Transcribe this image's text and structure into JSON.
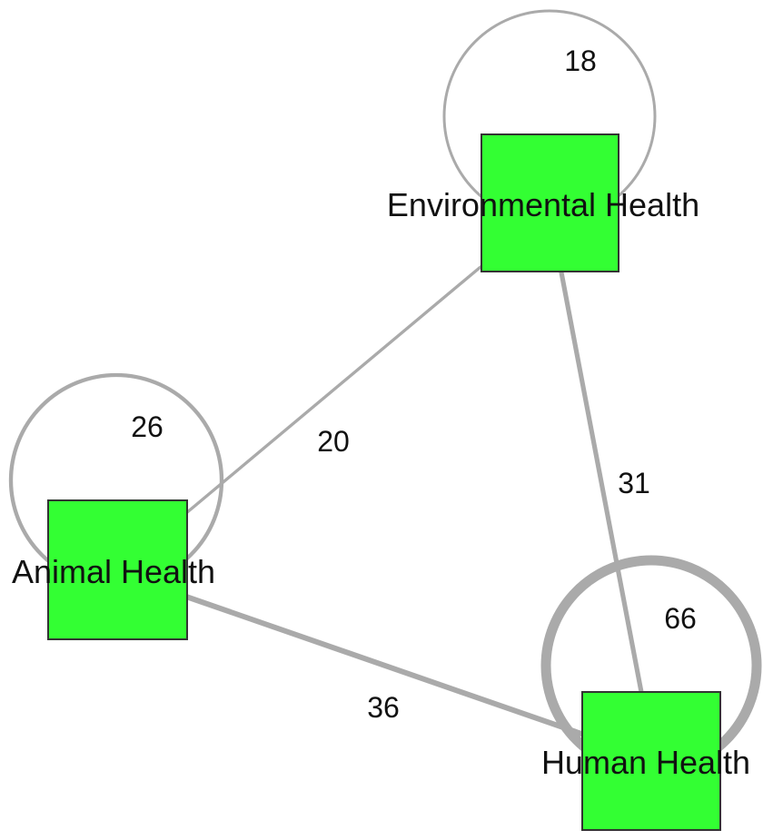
{
  "diagram": {
    "type": "network",
    "colors": {
      "node_fill": "#33ff33",
      "node_border": "#333333",
      "edge": "#aaaaaa",
      "text": "#111111"
    },
    "nodes": [
      {
        "id": "environmental",
        "label": "Environmental Health",
        "self_loop": 18
      },
      {
        "id": "animal",
        "label": "Animal Health",
        "self_loop": 26
      },
      {
        "id": "human",
        "label": "Human Health",
        "self_loop": 66
      }
    ],
    "edges": [
      {
        "source": "environmental",
        "target": "animal",
        "weight": 20
      },
      {
        "source": "environmental",
        "target": "human",
        "weight": 31
      },
      {
        "source": "animal",
        "target": "human",
        "weight": 36
      }
    ]
  }
}
